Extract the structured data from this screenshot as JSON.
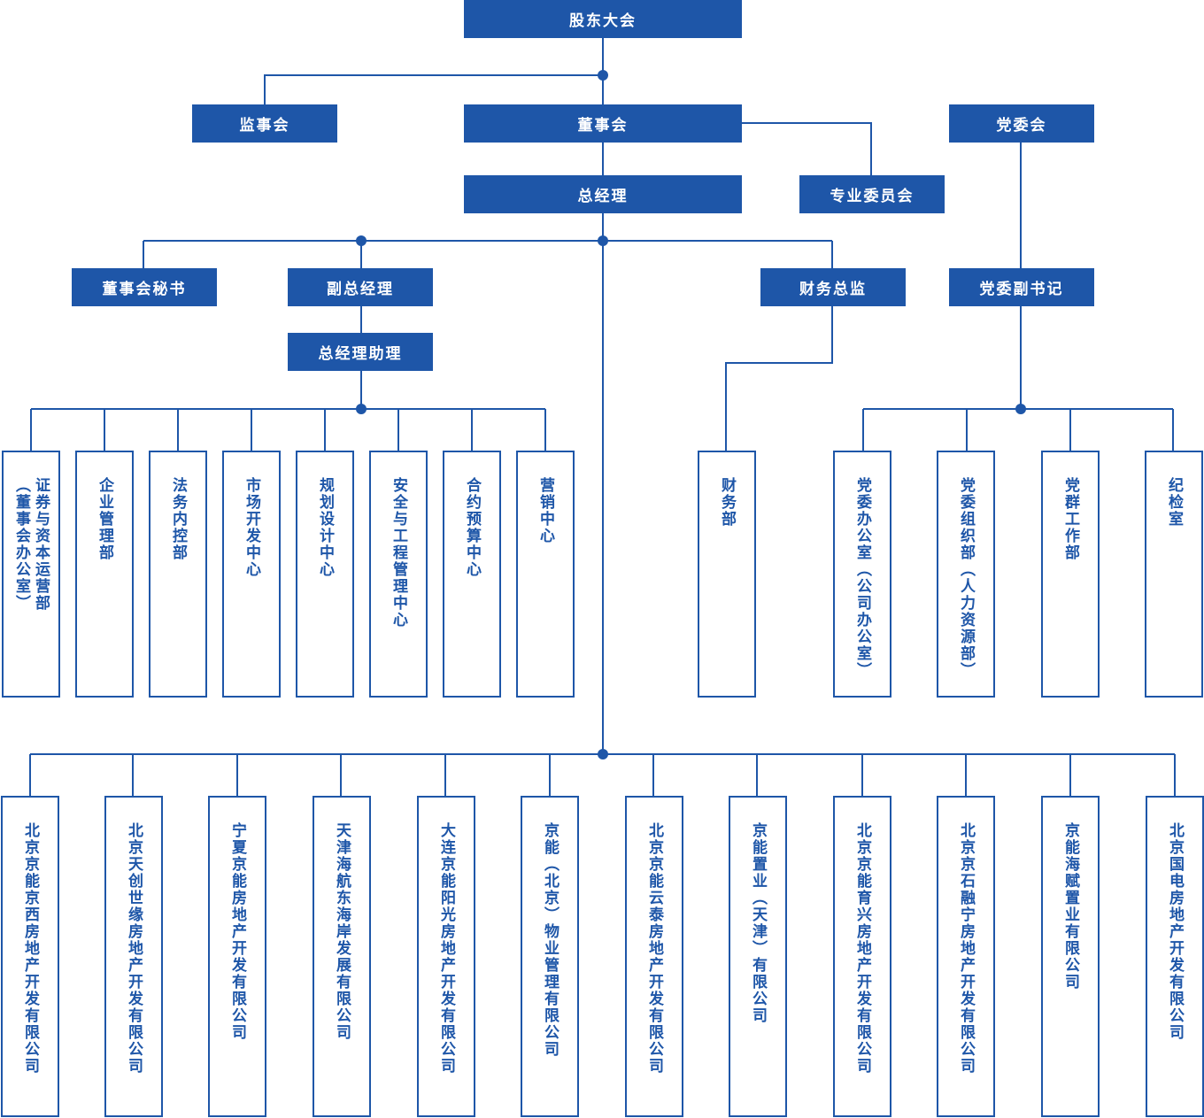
{
  "colors": {
    "brand": "#1e56a8",
    "background": "#ffffff"
  },
  "top": {
    "shareholders": "股东大会",
    "supervisory": "监事会",
    "board": "董事会",
    "party_committee": "党委会",
    "gm": "总经理",
    "special_committee": "专业委员会"
  },
  "management": {
    "board_secretary": "董事会秘书",
    "deputy_gm": "副总经理",
    "gm_assistant": "总经理助理",
    "cfo": "财务总监",
    "party_deputy_secretary": "党委副书记"
  },
  "departments": [
    "证券与资本运营部\n（董事会办公室）",
    "企业管理部",
    "法务内控部",
    "市场开发中心",
    "规划设计中心",
    "安全与工程管理中心",
    "合约预算中心",
    "营销中心"
  ],
  "finance_dept": "财务部",
  "party_depts": [
    "党委办公室（公司办公室）",
    "党委组织部（人力资源部）",
    "党群工作部",
    "纪检室"
  ],
  "subsidiaries": [
    "北京京能京西房地产开发有限公司",
    "北京天创世缘房地产开发有限公司",
    "宁夏京能房地产开发有限公司",
    "天津海航东海岸发展有限公司",
    "大连京能阳光房地产开发有限公司",
    "京能（北京）物业管理有限公司",
    "北京京能云泰房地产开发有限公司",
    "京能置业（天津）有限公司",
    "北京京能育兴房地产开发有限公司",
    "北京京石融宁房地产开发有限公司",
    "京能海赋置业有限公司",
    "北京国电房地产开发有限公司"
  ]
}
